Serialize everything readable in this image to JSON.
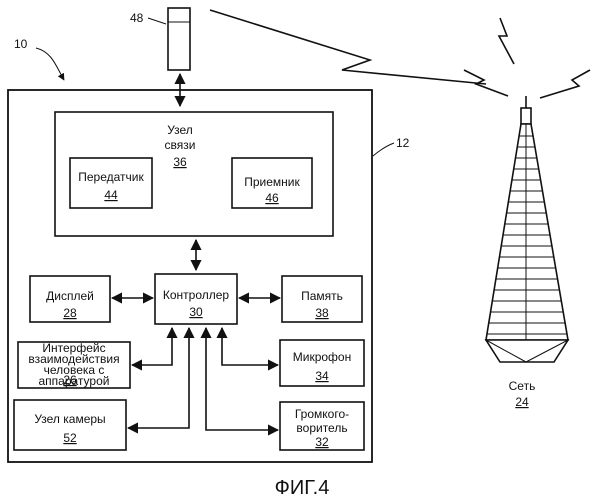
{
  "device_ref": "10",
  "housing_ref": "12",
  "antenna_ref": "48",
  "comm": {
    "title_1": "Узел",
    "title_2": "связи",
    "num": "36"
  },
  "transmitter": {
    "label": "Передатчик",
    "num": "44"
  },
  "receiver": {
    "label": "Приемник",
    "num": "46"
  },
  "display": {
    "label": "Дисплей",
    "num": "28"
  },
  "controller": {
    "label": "Контроллер",
    "num": "30"
  },
  "memory": {
    "label": "Память",
    "num": "38"
  },
  "hmi": {
    "line_1": "Интерфейс",
    "line_2": "взаимодействия",
    "line_3": "человека с",
    "line_4": "аппаратурой",
    "num": "26"
  },
  "microphone": {
    "label": "Микрофон",
    "num": "34"
  },
  "camera": {
    "label": "Узел камеры",
    "num": "52"
  },
  "speaker": {
    "line_1": "Громкого-",
    "line_2": "воритель",
    "num": "32"
  },
  "network": {
    "label": "Сеть",
    "num": "24"
  },
  "caption": "ФИГ.4"
}
